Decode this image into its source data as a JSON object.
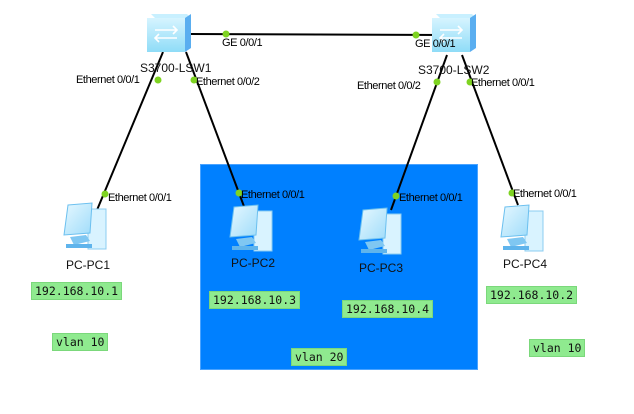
{
  "vlan_area": {
    "label": "vlan 20",
    "color": "#0080ff"
  },
  "switches": [
    {
      "id": "lsw1",
      "name": "S3700-LSW1"
    },
    {
      "id": "lsw2",
      "name": "S3700-LSW2"
    }
  ],
  "pcs": [
    {
      "id": "pc1",
      "name": "PC-PC1",
      "ip": "192.168.10.1",
      "port": "Ethernet 0/0/1"
    },
    {
      "id": "pc2",
      "name": "PC-PC2",
      "ip": "192.168.10.3",
      "port": "Ethernet 0/0/1"
    },
    {
      "id": "pc3",
      "name": "PC-PC3",
      "ip": "192.168.10.4",
      "port": "Ethernet 0/0/1"
    },
    {
      "id": "pc4",
      "name": "PC-PC4",
      "ip": "192.168.10.2",
      "port": "Ethernet 0/0/1"
    }
  ],
  "links": [
    {
      "from": "S3700-LSW1",
      "from_port": "GE 0/0/1",
      "to": "S3700-LSW2",
      "to_port": "GE 0/0/1"
    },
    {
      "from": "S3700-LSW1",
      "from_port": "Ethernet 0/0/1",
      "to": "PC-PC1",
      "to_port": "Ethernet 0/0/1"
    },
    {
      "from": "S3700-LSW1",
      "from_port": "Ethernet 0/0/2",
      "to": "PC-PC2",
      "to_port": "Ethernet 0/0/1"
    },
    {
      "from": "S3700-LSW2",
      "from_port": "Ethernet 0/0/2",
      "to": "PC-PC3",
      "to_port": "Ethernet 0/0/1"
    },
    {
      "from": "S3700-LSW2",
      "from_port": "Ethernet 0/0/1",
      "to": "PC-PC4",
      "to_port": "Ethernet 0/0/1"
    }
  ],
  "vlan_labels": {
    "left": "vlan 10",
    "middle": "vlan 20",
    "right": "vlan 10"
  },
  "colors": {
    "port_dot": "#7ed321",
    "tag_bg": "#8fea8f",
    "link": "#000000"
  }
}
